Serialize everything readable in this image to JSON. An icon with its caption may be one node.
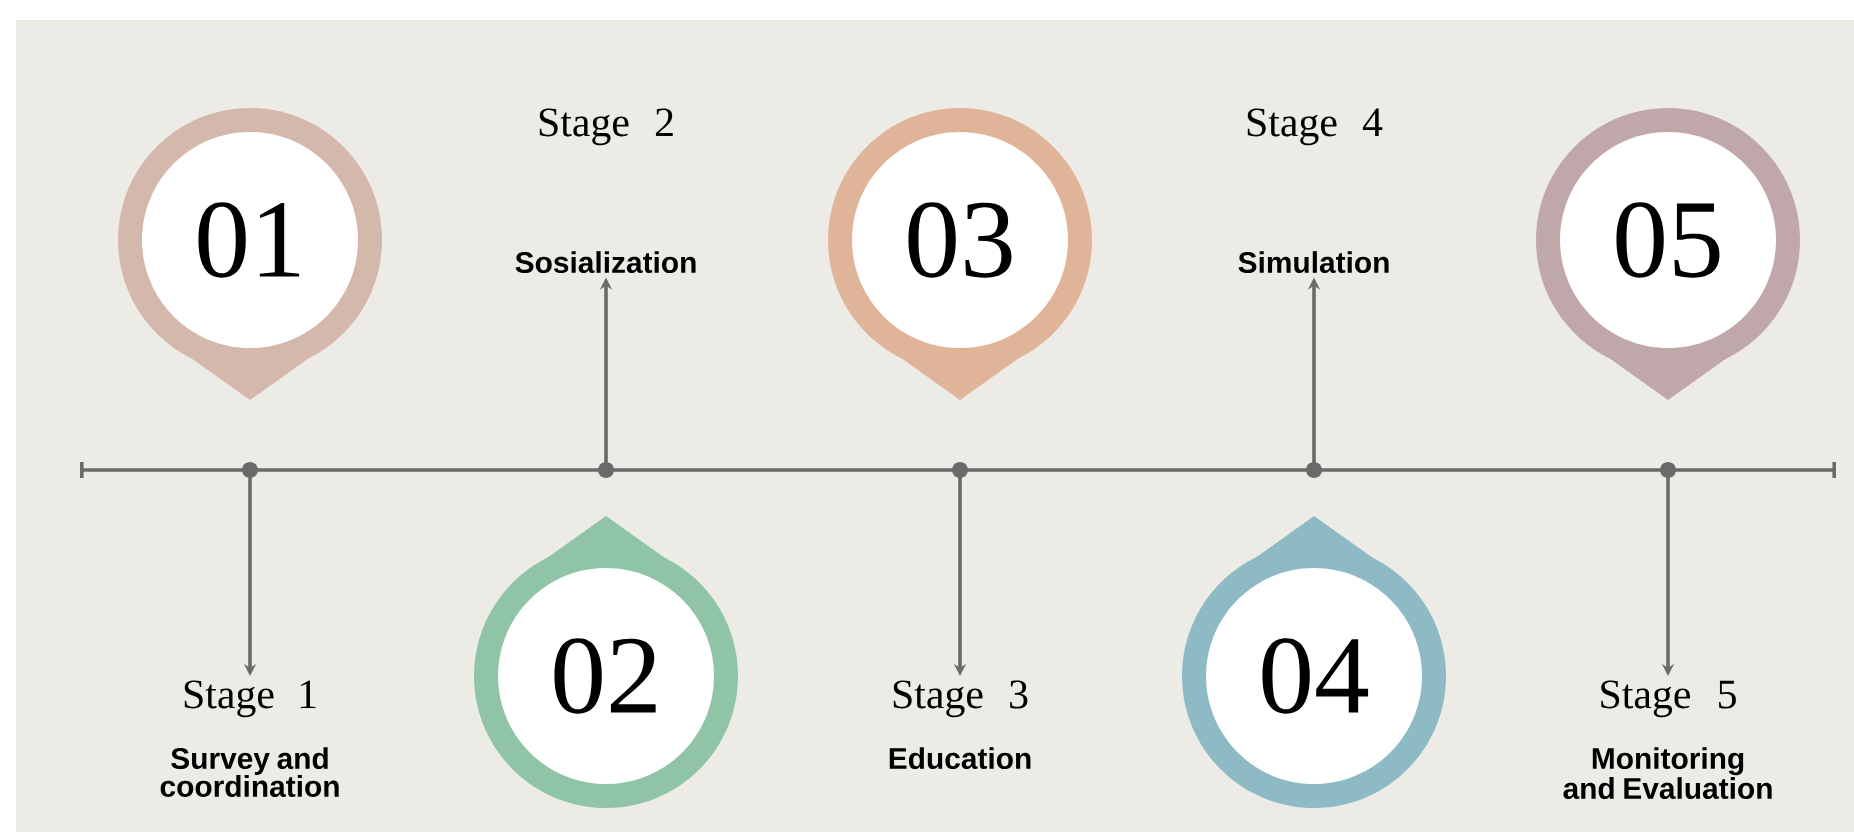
{
  "diagram": {
    "nodes": [
      {
        "text": [
          "01"
        ]
      },
      {
        "text": [
          "02"
        ]
      },
      {
        "text": [
          "03"
        ]
      },
      {
        "text": [
          "04"
        ]
      },
      {
        "text": [
          "05"
        ]
      },
      {
        "text": [
          "Stage 1",
          "Survey and coordination"
        ]
      },
      {
        "text": [
          "Stage 2",
          "Sosialization"
        ]
      },
      {
        "text": [
          "Stage 3",
          "Education"
        ]
      },
      {
        "text": [
          "Stage 4",
          "Simulation"
        ]
      },
      {
        "text": [
          "Stage 5",
          "Monitoring and Evaluation"
        ]
      }
    ],
    "edges": [
      {
        "from": null,
        "to": 5,
        "arrow": "to"
      },
      {
        "from": null,
        "to": 6,
        "arrow": "to"
      },
      {
        "from": null,
        "to": 7,
        "arrow": "to"
      },
      {
        "from": null,
        "to": 8,
        "arrow": "to"
      },
      {
        "from": null,
        "to": 9,
        "arrow": "to"
      }
    ]
  }
}
